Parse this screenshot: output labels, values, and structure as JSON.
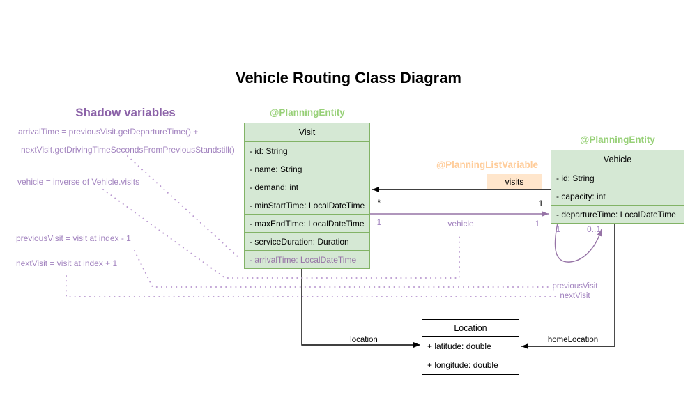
{
  "title": "Vehicle Routing Class Diagram",
  "shadow_panel": {
    "title": "Shadow variables",
    "lines": [
      "arrivalTime = previousVisit.getDepartureTime() +",
      "nextVisit.getDrivingTimeSecondsFromPreviousStandstill()",
      "vehicle = inverse of Vehicle.visits",
      "previousVisit = visit at index - 1",
      "nextVisit = visit at index + 1"
    ]
  },
  "annotations": {
    "planning_entity": "@PlanningEntity",
    "planning_list_variable": "@PlanningListVariable"
  },
  "classes": [
    {
      "id": "visit",
      "annotation": "@PlanningEntity",
      "name": "Visit",
      "attributes": [
        {
          "text": "- id: String"
        },
        {
          "text": "- name: String"
        },
        {
          "text": "- demand: int"
        },
        {
          "text": "- minStartTime: LocalDateTime"
        },
        {
          "text": "- maxEndTime: LocalDateTime"
        },
        {
          "text": "- serviceDuration: Duration"
        },
        {
          "text": "- arrivalTime: LocalDateTime",
          "shadow": true
        }
      ]
    },
    {
      "id": "vehicle",
      "annotation": "@PlanningEntity",
      "name": "Vehicle",
      "attributes": [
        {
          "text": "- id: String"
        },
        {
          "text": "- capacity: int"
        },
        {
          "text": "- departureTime: LocalDateTime"
        }
      ]
    },
    {
      "id": "location",
      "name": "Location",
      "attributes": [
        {
          "text": "+ latitude: double"
        },
        {
          "text": "+ longitude: double"
        }
      ]
    }
  ],
  "edges": {
    "visits": {
      "label": "visits",
      "mult_visit_end": "*",
      "mult_vehicle_end": "1"
    },
    "vehicle": {
      "label": "vehicle",
      "mult_visit_end": "1",
      "mult_vehicle_end": "1"
    },
    "self_loop": {
      "mult_left": "1",
      "mult_right": "0..1"
    },
    "shadow_refs": {
      "previous": "previousVisit",
      "next": "nextVisit"
    },
    "location": {
      "label": "location"
    },
    "home_location": {
      "label": "homeLocation"
    }
  },
  "colors": {
    "class_green_fill": "#d5e8d4",
    "class_green_border": "#82b366",
    "annotation_green": "#97d077",
    "annotation_orange": "#ffcc99",
    "visits_label_fill": "#ffe6cc",
    "purple_solid": "#9673a6",
    "purple_text": "#a283bf",
    "shadow_title_purple": "#8b62a8",
    "dotted_purple": "#bb9bd1",
    "edge_black": "#000000"
  }
}
